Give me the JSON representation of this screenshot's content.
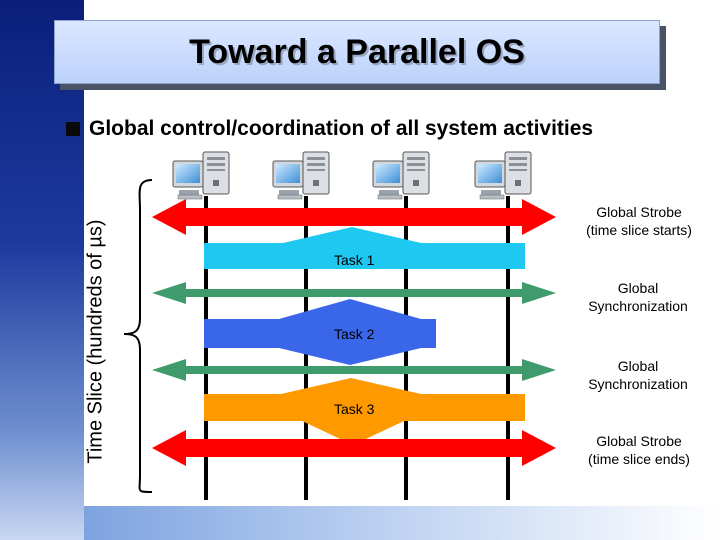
{
  "slide": {
    "title": "Toward a Parallel OS",
    "bullet": "Global control/coordination of all system activities",
    "ylabel": "Time Slice (hundreds of µs)"
  },
  "arrows": {
    "strobe_start": "Global Strobe\n(time slice starts)",
    "sync_1": "Global\nSynchronization",
    "sync_2": "Global\nSynchronization",
    "strobe_end": "Global Strobe\n(time slice ends)"
  },
  "tasks": {
    "task1": "Task 1",
    "task2": "Task 2",
    "task3": "Task 3"
  },
  "colors": {
    "strobe": "#ff0000",
    "sync": "#3f9a6c",
    "task1": "#1ec8f0",
    "task2": "#3a66ea",
    "task3": "#ff9900",
    "sidebar": "#0b1f7a"
  },
  "icons": {
    "nodes": [
      "computer-icon",
      "computer-icon",
      "computer-icon",
      "computer-icon"
    ]
  }
}
